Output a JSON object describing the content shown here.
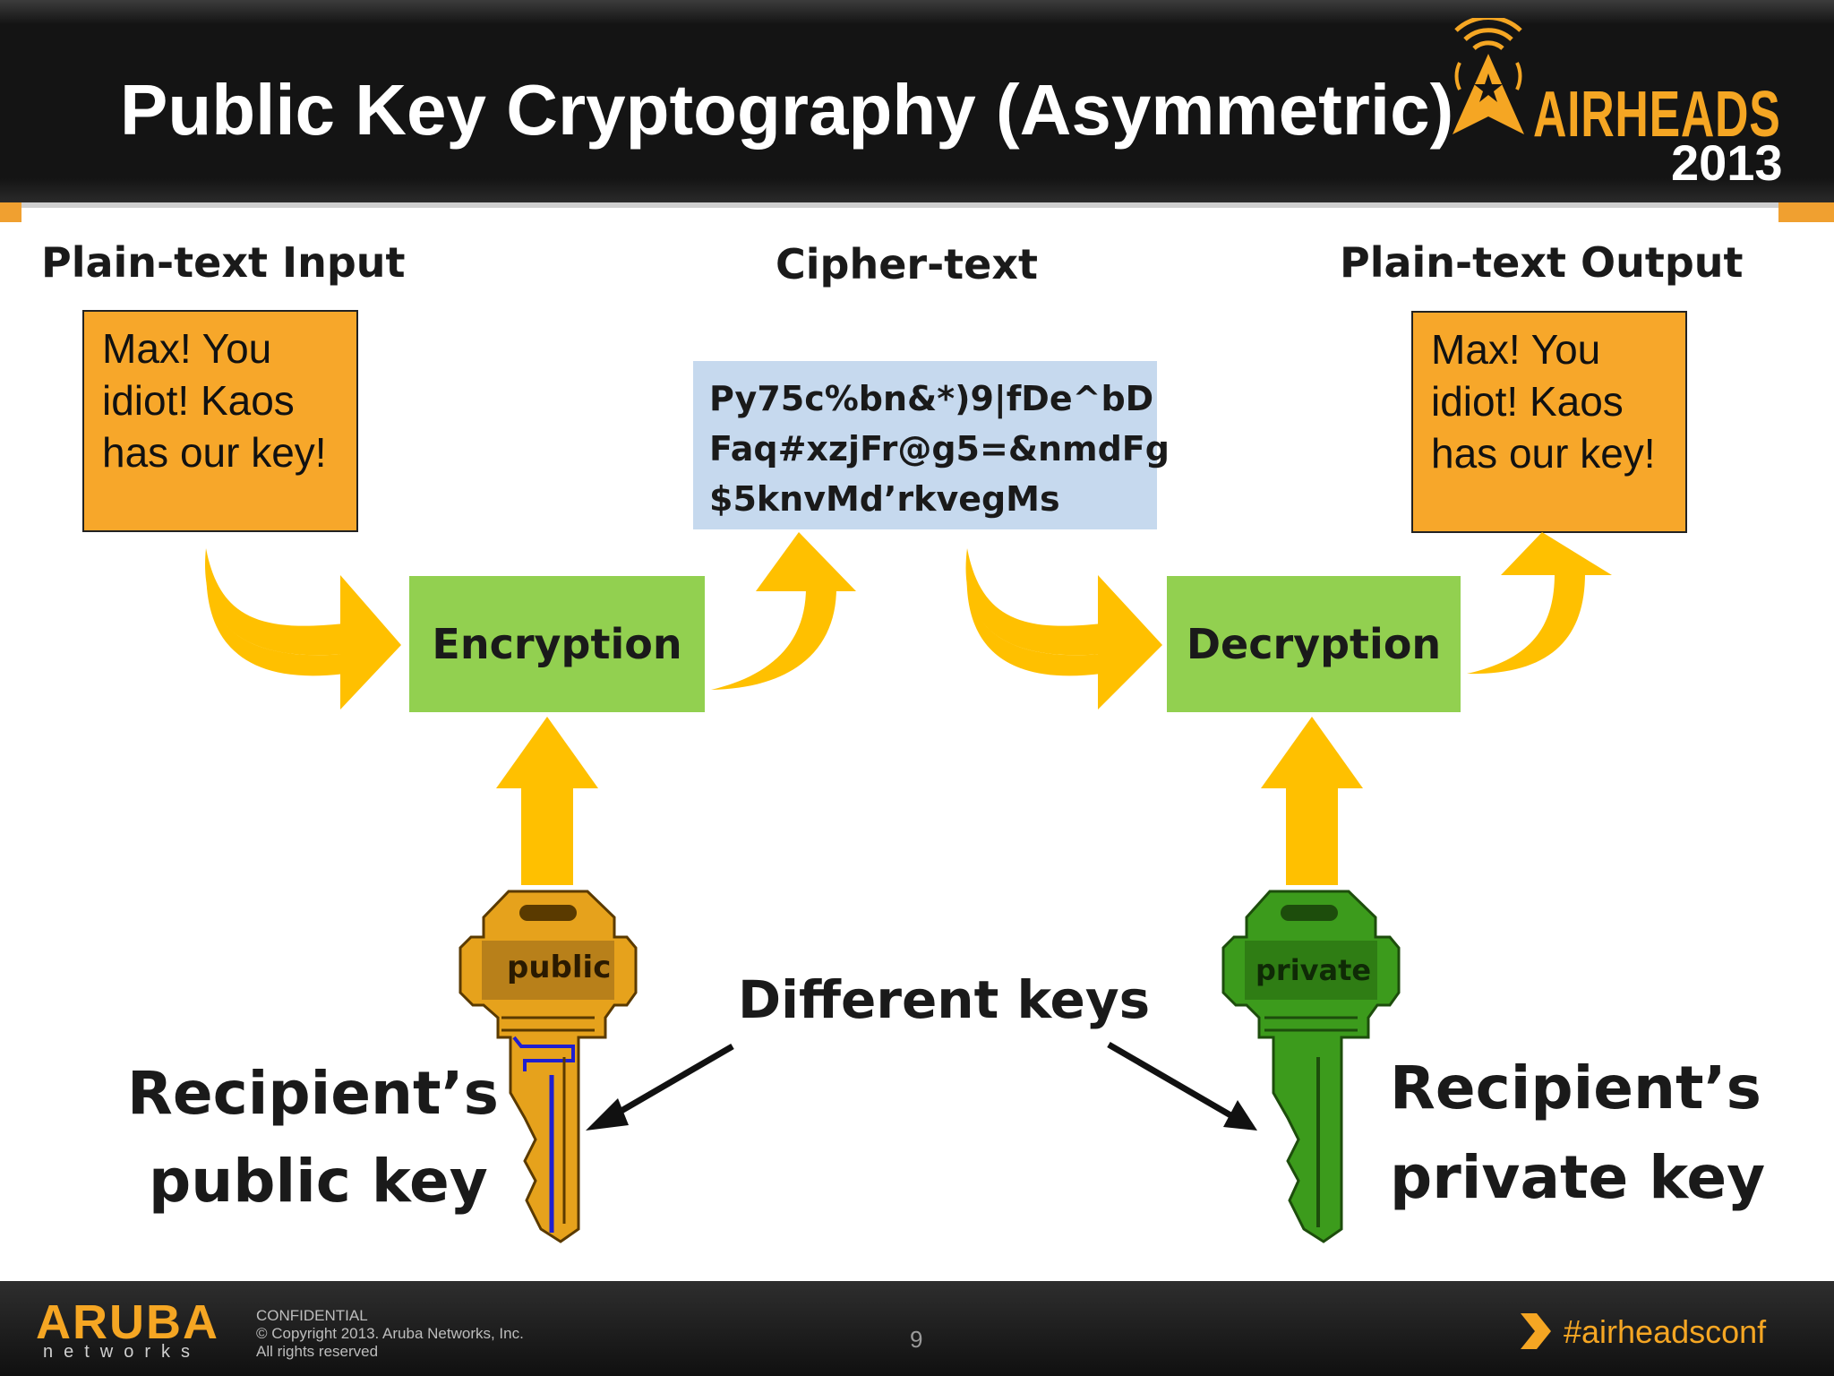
{
  "slide": {
    "title": "Public Key Cryptography (Asymmetric)",
    "brand": "AIRHEADS",
    "year": "2013",
    "page_number": "9"
  },
  "diagram": {
    "input_label": "Plain-text Input",
    "cipher_label": "Cipher-text",
    "output_label": "Plain-text Output",
    "input_text": "Max!  You\nidiot! Kaos\nhas our key!",
    "output_text": "Max!  You\nidiot! Kaos\nhas our key!",
    "cipher_text": "Py75c%bn&*)9|fDe^bD\nFaq#xzjFr@g5=&nmdFg\n$5knvMd’rkvegMs",
    "encrypt_label": "Encryption",
    "decrypt_label": "Decryption",
    "public_key_tag": "public",
    "private_key_tag": "private",
    "different_keys": "Different keys",
    "public_caption_line1": "Recipient’s",
    "public_caption_line2": "public key",
    "private_caption_line1": "Recipient’s",
    "private_caption_line2": "private key"
  },
  "footer": {
    "company": "ARUBA",
    "company_sub": "networks",
    "confidential": "CONFIDENTIAL",
    "copyright": "© Copyright 2013. Aruba Networks, Inc.",
    "rights": "All rights reserved",
    "hashtag": "#airheadsconf"
  },
  "colors": {
    "arrow": "#ffc000",
    "message_box": "#f7a72a",
    "process_box": "#92d050",
    "cipher_box": "#c6d9ee",
    "public_key": "#e6a21c",
    "private_key": "#3c9b1c",
    "brand_orange": "#f5a623"
  }
}
